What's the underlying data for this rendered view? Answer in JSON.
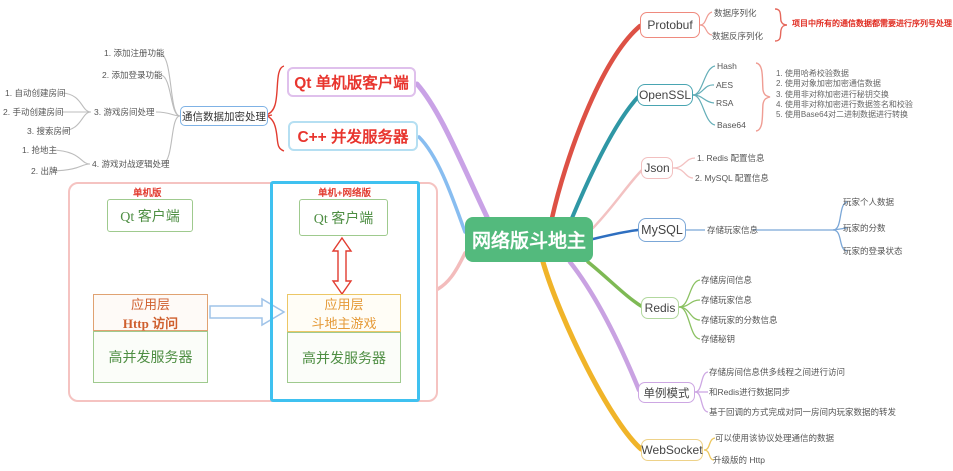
{
  "center": {
    "label": "网络版斗地主"
  },
  "branches": {
    "protobuf": {
      "label": "Protobuf",
      "items": [
        "数据序列化",
        "数据反序列化"
      ],
      "note": "项目中所有的通信数据都需要进行序列号处理"
    },
    "openssl": {
      "label": "OpenSSL",
      "items": [
        "Hash",
        "AES",
        "RSA",
        "Base64"
      ],
      "notes": [
        "1. 使用哈希校验数据",
        "2. 使用对象加密加密通信数据",
        "3. 使用非对称加密进行秘钥交换",
        "4. 使用非对称加密进行数据签名和校验",
        "5. 使用Base64对二进制数据进行转换"
      ]
    },
    "json": {
      "label": "Json",
      "items": [
        "1. Redis 配置信息",
        "2. MySQL 配置信息"
      ]
    },
    "mysql": {
      "label": "MySQL",
      "summary": "存储玩家信息",
      "items": [
        "玩家个人数据",
        "玩家的分数",
        "玩家的登录状态"
      ]
    },
    "redis": {
      "label": "Redis",
      "items": [
        "存储房间信息",
        "存储玩家信息",
        "存储玩家的分数信息",
        "存储秘钥"
      ]
    },
    "singleton": {
      "label": "单例模式",
      "items": [
        "存储房间信息供多线程之间进行访问",
        "和Redis进行数据同步",
        "基于回调的方式完成对同一房间内玩家数据的转发"
      ]
    },
    "websocket": {
      "label": "WebSocket",
      "items": [
        "可以使用该协议处理通信的数据",
        "升级版的 Http"
      ]
    }
  },
  "left": {
    "encrypt_label": "通信数据加密处理",
    "features": [
      "1. 添加注册功能",
      "2. 添加登录功能",
      "3. 游戏房间处理",
      "4. 游戏对战逻辑处理"
    ],
    "room_items": [
      "1. 自动创建房间",
      "2. 手动创建房间",
      "3. 搜索房间"
    ],
    "battle_items": [
      "1. 抢地主",
      "2. 出牌"
    ],
    "client_label": "Qt 单机版客户端",
    "server_label": "C++ 并发服务器"
  },
  "flow": {
    "standalone": {
      "caption": "单机版",
      "client": "Qt 客户端",
      "app_line1": "应用层",
      "app_line2": "Http 访问",
      "server": "高并发服务器"
    },
    "network": {
      "caption": "单机+网络版",
      "client": "Qt 客户端",
      "app_line1": "应用层",
      "app_line2": "斗地主游戏",
      "server": "高并发服务器"
    }
  },
  "colors": {
    "center_bg": "#53ba7d",
    "protobuf_branch": "#dd5145",
    "openssl_branch": "#2f97a5",
    "json_branch": "#f3c2c2",
    "mysql_branch": "#2e6fc0",
    "redis_branch": "#7eb954",
    "singleton_branch": "#c9a2e2",
    "websocket_branch": "#f0b429",
    "client_branch": "#c9a2e6",
    "server_branch": "#88bdf0",
    "flow_branch": "#f3bcbc",
    "note_red": "#e02b20",
    "red_box_text": "#e8352e",
    "cyan_border": "#3fc1f0",
    "pink_border": "#f5c3c1",
    "green_text": "#4e8e43",
    "orange_text": "#cf5f2e",
    "amber_text": "#e59a38"
  }
}
